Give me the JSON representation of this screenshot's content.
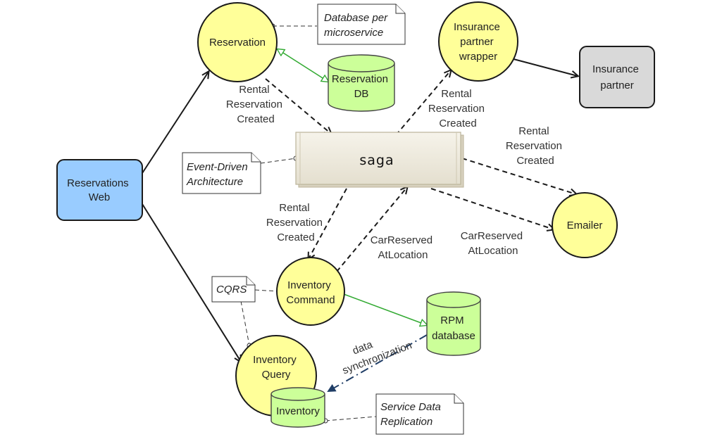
{
  "nodes": {
    "reservations_web": [
      "Reservations",
      "Web"
    ],
    "reservation": [
      "Reservation"
    ],
    "reservation_db": [
      "Reservation",
      "DB"
    ],
    "insurance_wrapper": [
      "Insurance",
      "partner",
      "wrapper"
    ],
    "insurance_partner": [
      "Insurance",
      "partner"
    ],
    "saga": "saga",
    "emailer": [
      "Emailer"
    ],
    "inventory_command": [
      "Inventory",
      "Command"
    ],
    "rpm_database": [
      "RPM",
      "database"
    ],
    "inventory_query": [
      "Inventory",
      "Query"
    ],
    "inventory_db": [
      "Inventory"
    ]
  },
  "notes": {
    "database_per_microservice": [
      "Database per",
      "microservice"
    ],
    "event_driven": [
      "Event-Driven",
      "Architecture"
    ],
    "cqrs": [
      "CQRS"
    ],
    "service_data_replication": [
      "Service Data",
      "Replication"
    ]
  },
  "edge_labels": {
    "rental_created_1": [
      "Rental",
      "Reservation",
      "Created"
    ],
    "rental_created_2": [
      "Rental",
      "Reservation",
      "Created"
    ],
    "rental_created_3": [
      "Rental",
      "Reservation",
      "Created"
    ],
    "rental_created_4": [
      "Rental",
      "Reservation",
      "Created"
    ],
    "car_reserved_1": [
      "CarReserved",
      "AtLocation"
    ],
    "car_reserved_2": [
      "CarReserved",
      "AtLocation"
    ],
    "data_sync": [
      "data",
      "synchronization"
    ]
  },
  "colors": {
    "service": "#ffff99",
    "database": "#ccff99",
    "web": "#99ccff",
    "external": "#d9d9d9",
    "saga": "#eeeadc",
    "green_link": "#33aa33",
    "sync_link": "#1f3d66"
  }
}
